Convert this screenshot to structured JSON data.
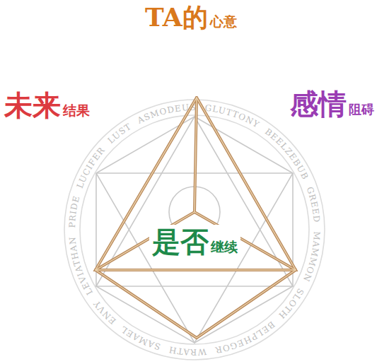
{
  "diagram": {
    "labels": [
      "TA的",
      "心意",
      "未来",
      "结果",
      "感情",
      "阻碍",
      "是否",
      "继续",
      "LUCIFER",
      "LUST",
      "ASMODEUS",
      "GLUTTONY",
      "BEELZEBUB",
      "GREED",
      "MAMMON",
      "SLOTH",
      "BELPHEGOR",
      "WRATH",
      "SAMAEL",
      "ENVY",
      "LEVIATHAN",
      "PRIDE"
    ]
  }
}
